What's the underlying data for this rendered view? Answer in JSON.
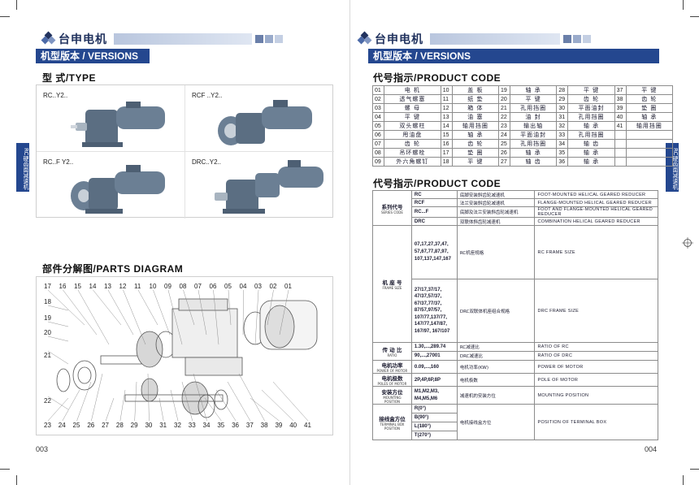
{
  "brand": "台申电机",
  "version_bar": "机型版本 / VERSIONS",
  "left": {
    "type_title": "型  式/TYPE",
    "types": [
      "RC..Y2..",
      "RCF ..Y2..",
      "RC..F Y2..",
      "DRC..Y2.."
    ],
    "parts_title": "部件分解图/PARTS DIAGRAM",
    "top_labels": [
      "17",
      "16",
      "15",
      "14",
      "13",
      "12",
      "11",
      "10",
      "09",
      "08",
      "07",
      "06",
      "05",
      "04",
      "03",
      "02",
      "01"
    ],
    "left_labels": [
      "18",
      "19",
      "20",
      "21",
      "22"
    ],
    "bottom_labels": [
      "23",
      "24",
      "25",
      "26",
      "27",
      "28",
      "29",
      "30",
      "31",
      "32",
      "33",
      "34",
      "35",
      "36",
      "37",
      "38",
      "39",
      "40",
      "41"
    ],
    "page_number": "003",
    "side_tab": "RC硬齿面减速机"
  },
  "right": {
    "code_title": "代号指示/PRODUCT CODE",
    "codes": [
      [
        [
          "01",
          "电  机"
        ],
        [
          "10",
          "盖  板"
        ],
        [
          "19",
          "轴  承"
        ],
        [
          "28",
          "平  键"
        ],
        [
          "37",
          "平  键"
        ]
      ],
      [
        [
          "02",
          "透气螺塞"
        ],
        [
          "11",
          "纸  垫"
        ],
        [
          "20",
          "平  键"
        ],
        [
          "29",
          "齿  轮"
        ],
        [
          "38",
          "齿  轮"
        ]
      ],
      [
        [
          "03",
          "螺  母"
        ],
        [
          "12",
          "箱  体"
        ],
        [
          "21",
          "孔用挡圈"
        ],
        [
          "30",
          "平面油封"
        ],
        [
          "39",
          "垫  圈"
        ]
      ],
      [
        [
          "04",
          "平  键"
        ],
        [
          "13",
          "油  塞"
        ],
        [
          "22",
          "油  封"
        ],
        [
          "31",
          "孔用挡圈"
        ],
        [
          "40",
          "轴  承"
        ]
      ],
      [
        [
          "05",
          "双头螺柱"
        ],
        [
          "14",
          "轴用挡圈"
        ],
        [
          "23",
          "输出轴"
        ],
        [
          "32",
          "轴  承"
        ],
        [
          "41",
          "轴用挡圈"
        ]
      ],
      [
        [
          "06",
          "甩油盘"
        ],
        [
          "15",
          "轴  承"
        ],
        [
          "24",
          "平面油封"
        ],
        [
          "33",
          "孔用挡圈"
        ],
        [
          "",
          ""
        ]
      ],
      [
        [
          "07",
          "齿  轮"
        ],
        [
          "16",
          "齿  轮"
        ],
        [
          "25",
          "孔用挡圈"
        ],
        [
          "34",
          "轴  齿"
        ],
        [
          "",
          ""
        ]
      ],
      [
        [
          "08",
          "吊环螺栓"
        ],
        [
          "17",
          "垫  圈"
        ],
        [
          "26",
          "轴  承"
        ],
        [
          "35",
          "轴  承"
        ],
        [
          "",
          ""
        ]
      ],
      [
        [
          "09",
          "外六角螺钉"
        ],
        [
          "18",
          "平  键"
        ],
        [
          "27",
          "轴  齿"
        ],
        [
          "36",
          "轴  承"
        ],
        [
          "",
          ""
        ]
      ]
    ],
    "code_title_2": "代号指示/PRODUCT CODE",
    "series": {
      "cn": "系列代号",
      "en": "SERIES CODE",
      "rows": [
        [
          "RC",
          "底脚安装斜齿轮减速机",
          "FOOT-MOUNTED HELICAL GEARED REDUCER"
        ],
        [
          "RCF",
          "法兰安装斜齿轮减速机",
          "FLANGE-MOUNTED HELICAL GEARED REDUCER"
        ],
        [
          "RC...F",
          "底脚及法兰安装斜齿轮减速机",
          "FOOT AND FLANGE-MOUNTED HELICAL GEARED REDUCER"
        ],
        [
          "DRC",
          "双联体斜齿轮减速机",
          "COMBINATION HELICAL GEARED REDUCER"
        ]
      ]
    },
    "frame": {
      "cn": "机 座 号",
      "en": "FRAME SIZE",
      "rc_codes": "07,17,27,37,47,\n57,67,77,87,97,\n107,137,147,167",
      "rc_cn": "RC机座规格",
      "rc_en": "RC FRAME SIZE",
      "drc_codes": "27/17,37/17,\n47/37,57/37,\n67/37,77/37,\n87/57,97/57,\n107/77,137/77,\n147/77,147/87,\n167/97, 167/107",
      "drc_cn": "DRC双联体机座组合规格",
      "drc_en": "DRC FRAME SIZE"
    },
    "ratio": {
      "cn": "传 动 比",
      "en": "RATIO",
      "rows": [
        [
          "1.30,...,289.74",
          "RC减速比",
          "RATIO OF RC"
        ],
        [
          "90,...,27001",
          "DRC减速比",
          "RATIO OF DRC"
        ]
      ]
    },
    "power": {
      "cn": "电机功率",
      "en": "POWER OF MOTOR",
      "code": "0.09,...,160",
      "desc": "电机功率(KW)",
      "en_desc": "POWER OF MOTOR"
    },
    "pole": {
      "cn": "电机极数",
      "en": "POLES OF MOTOR",
      "code": "2P,4P,6P,8P",
      "desc": "电机极数",
      "en_desc": "POLE OF MOTOR"
    },
    "mount": {
      "cn": "安装方位",
      "en": "MOUNTING POSITION",
      "code": "M1,M2,M3,\nM4,M5,M6",
      "desc": "减速机的安装方位",
      "en_desc": "MOUNTING POSITION"
    },
    "terminal": {
      "cn": "接线盒方位",
      "en": "TERMINAL BOX POSITION",
      "codes": [
        "R(0°)",
        "B(90°)",
        "L(180°)",
        "T(270°)"
      ],
      "desc": "电机接线盒方位",
      "en_desc": "POSITION OF TERMINAL BOX"
    },
    "page_number": "004",
    "side_tab": "RC硬齿面减速机"
  },
  "colors": {
    "accent": "#24478f",
    "motor": "#5b6e82"
  }
}
